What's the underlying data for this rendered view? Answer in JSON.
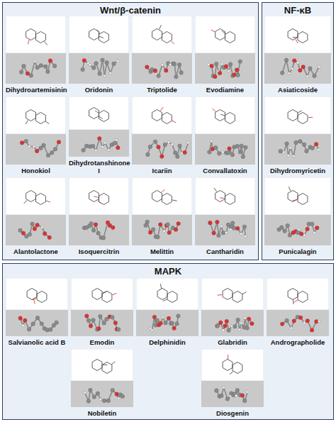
{
  "diagram": {
    "nodes": [
      {
        "text": [
          "Wnt/β-catenin"
        ]
      },
      {
        "text": [
          "Dihydroartemisinin"
        ],
        "in": 0
      },
      {
        "text": [
          "Oridonin"
        ],
        "in": 0
      },
      {
        "text": [
          "Triptolide"
        ],
        "in": 0
      },
      {
        "text": [
          "Evodiamine"
        ],
        "in": 0
      },
      {
        "text": [
          "Honokiol"
        ],
        "in": 0
      },
      {
        "text": [
          "Dihydrotanshinone I"
        ],
        "in": 0
      },
      {
        "text": [
          "Icariin"
        ],
        "in": 0
      },
      {
        "text": [
          "Convallatoxin"
        ],
        "in": 0
      },
      {
        "text": [
          "Alantolactone"
        ],
        "in": 0
      },
      {
        "text": [
          "Isoquercitrin"
        ],
        "in": 0
      },
      {
        "text": [
          "Melittin"
        ],
        "in": 0
      },
      {
        "text": [
          "Cantharidin"
        ],
        "in": 0
      },
      {
        "text": [
          "NF-κB"
        ]
      },
      {
        "text": [
          "Asiaticoside"
        ],
        "in": 13
      },
      {
        "text": [
          "Dihydromyricetin"
        ],
        "in": 13
      },
      {
        "text": [
          "Punicalagin"
        ],
        "in": 13
      },
      {
        "text": [
          "MAPK"
        ]
      },
      {
        "text": [
          "Salvianolic acid B"
        ],
        "in": 17
      },
      {
        "text": [
          "Emodin"
        ],
        "in": 17
      },
      {
        "text": [
          "Delphinidin"
        ],
        "in": 17
      },
      {
        "text": [
          "Glabridin"
        ],
        "in": 17
      },
      {
        "text": [
          "Andrographolide"
        ],
        "in": 17
      },
      {
        "text": [
          "Nobiletin"
        ],
        "in": 17
      },
      {
        "text": [
          "Diosgenin"
        ],
        "in": 17
      }
    ]
  }
}
